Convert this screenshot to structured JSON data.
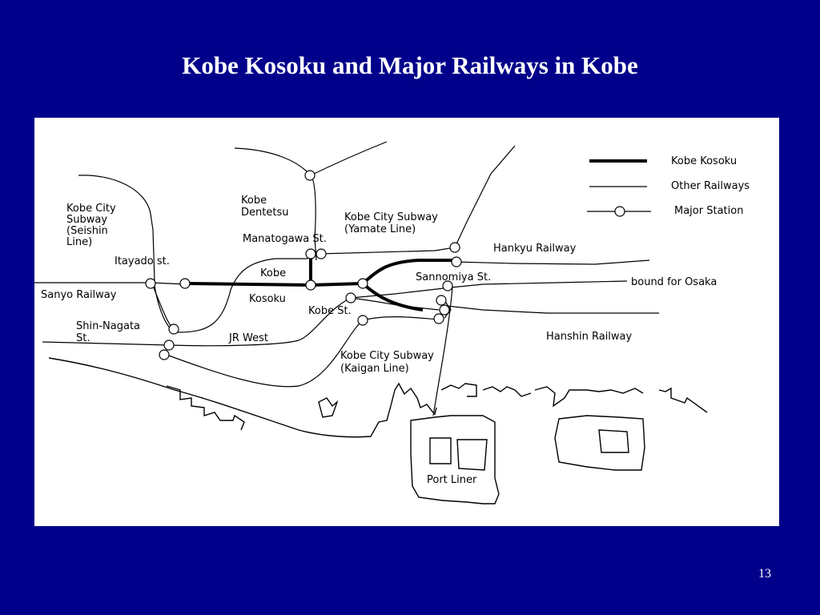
{
  "slide": {
    "title": "Kobe Kosoku and Major Railways in Kobe",
    "page_number": "13",
    "background_color": "#00008b",
    "text_color": "#ffffff"
  },
  "legend": {
    "kobe_kosoku": "Kobe Kosoku",
    "other_railways": "Other Railways",
    "major_station": "Major Station"
  },
  "labels": {
    "kobe_city_subway_seishin": [
      "Kobe City",
      "Subway",
      "(Seishin",
      "Line)"
    ],
    "kobe_dentetsu": [
      "Kobe",
      "Dentetsu"
    ],
    "kobe_city_subway_yamate": [
      "Kobe City Subway",
      "(Yamate Line)"
    ],
    "manatogawa_st": "Manatogawa St.",
    "itayado_st": "Itayado st.",
    "hankyu_railway": "Hankyu Railway",
    "kobe_kosoku": [
      "Kobe",
      "Kosoku"
    ],
    "sannomiya_st": "Sannomiya St.",
    "bound_for_osaka": "bound for Osaka",
    "sanyo_railway": "Sanyo Railway",
    "kobe_st": "Kobe St.",
    "shin_nagata_st": [
      "Shin-Nagata",
      "St."
    ],
    "jr_west": "JR West",
    "hanshin_railway": "Hanshin Railway",
    "kobe_city_subway_kaigan": [
      "Kobe City Subway",
      "(Kaigan Line)"
    ],
    "port_liner": "Port Liner"
  }
}
